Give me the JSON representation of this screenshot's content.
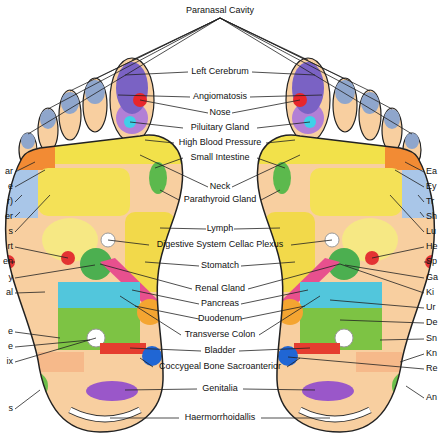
{
  "diagram": {
    "labels": [
      "Paranasal Cavity",
      "Left Cerebrum",
      "Angiomatosis",
      "Nose",
      "Piluitary Gland",
      "High Blood Pressure",
      "Small Intestine",
      "Neck",
      "Parathyroid Gland",
      "Lymph",
      "Digestive System Cellac Plexus",
      "Stomatch",
      "Renal Gland",
      "Pancreas",
      "Duodenum",
      "Transverse Colon",
      "Bladder",
      "Coccygeal Bone Sacroanterior",
      "Genitalia",
      "Haermorrhoidallis",
      "ar",
      "e",
      "r)",
      "er",
      "s",
      "rt",
      "en",
      "y",
      "al",
      "e",
      "e",
      "ix",
      "s",
      "Ea",
      "Ey",
      "Tr",
      "Sh",
      "Lu",
      "He",
      "Sp",
      "Ga",
      "Ki",
      "Ur",
      "De",
      "Sn",
      "Kn",
      "Re",
      "An"
    ]
  }
}
